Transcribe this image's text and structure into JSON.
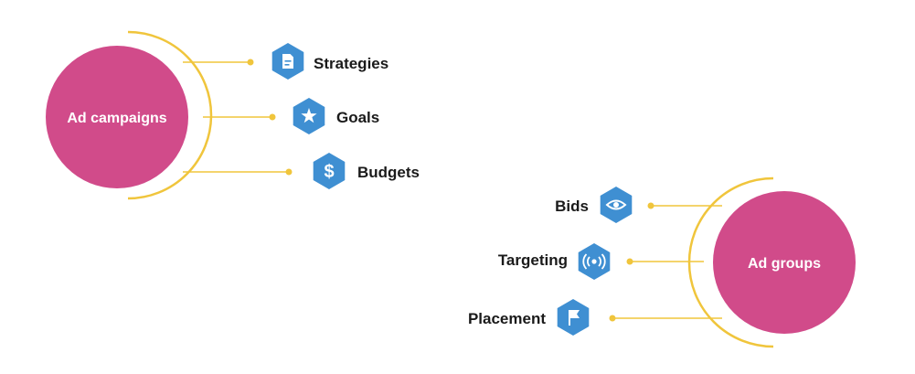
{
  "colors": {
    "hub": "#d14b8a",
    "arc": "#f0c53c",
    "connector": "#f0c53c",
    "icon_bg": "#3f8fd2",
    "icon_fg": "#ffffff",
    "label": "#1a1a1a"
  },
  "hubs": {
    "campaigns": {
      "label": "Ad campaigns"
    },
    "groups": {
      "label": "Ad groups"
    }
  },
  "items": {
    "strategies": {
      "label": "Strategies",
      "icon": "document-icon"
    },
    "goals": {
      "label": "Goals",
      "icon": "star-icon"
    },
    "budgets": {
      "label": "Budgets",
      "icon": "dollar-icon"
    },
    "bids": {
      "label": "Bids",
      "icon": "eye-icon"
    },
    "targeting": {
      "label": "Targeting",
      "icon": "broadcast-icon"
    },
    "placement": {
      "label": "Placement",
      "icon": "flag-icon"
    }
  }
}
